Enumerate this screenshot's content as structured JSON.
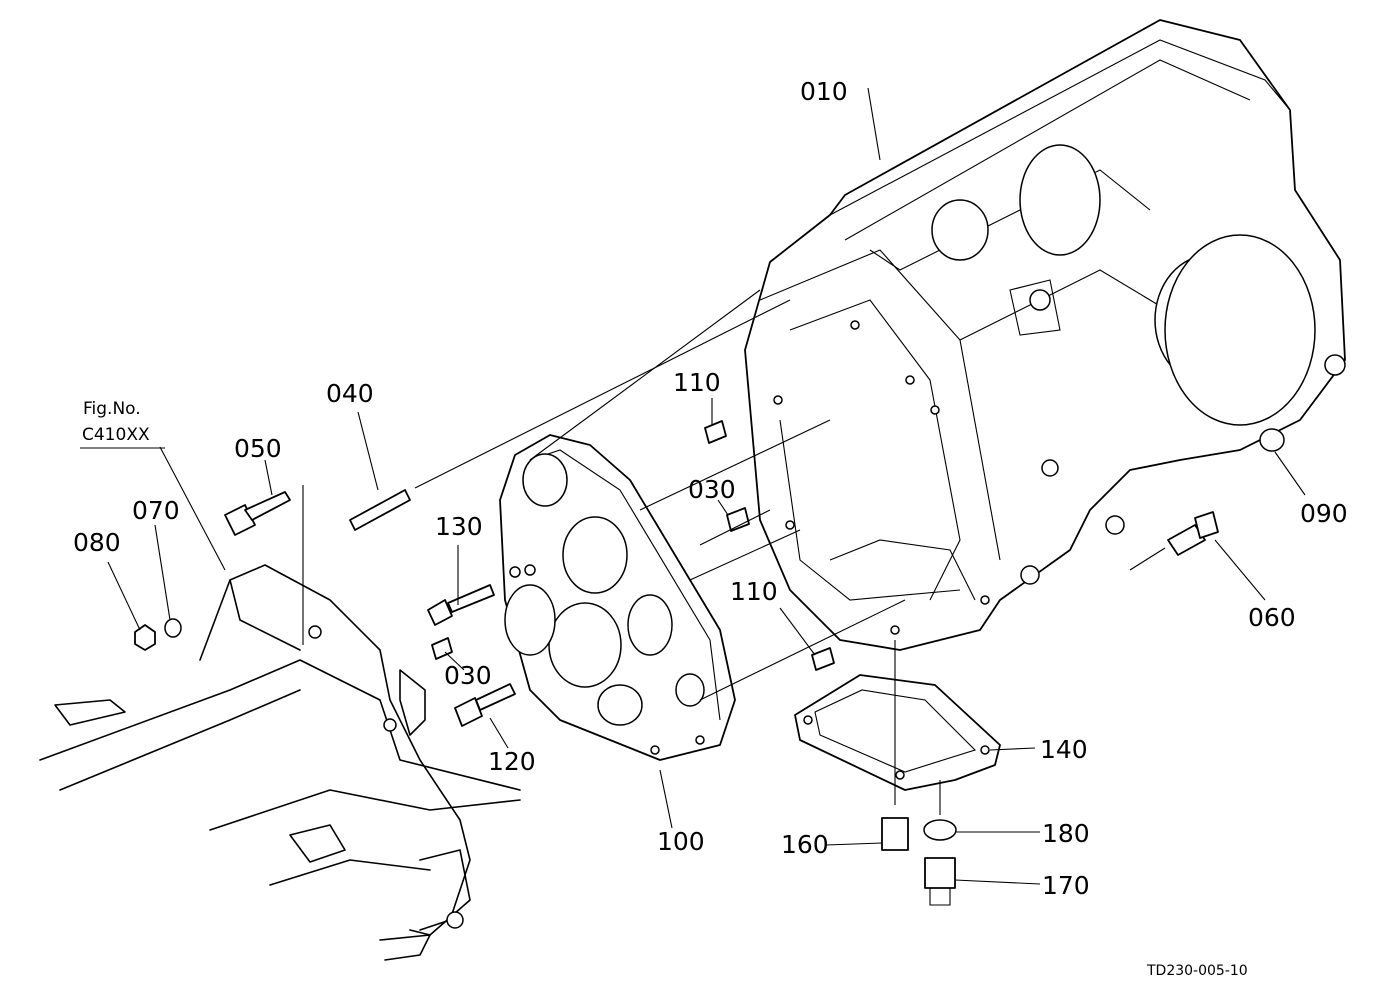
{
  "figure_reference": {
    "line1": "Fig.No.",
    "line2": "C410XX"
  },
  "drawing_code": "TD230-005-10",
  "callouts": [
    {
      "id": "c010",
      "label": "010"
    },
    {
      "id": "c040",
      "label": "040"
    },
    {
      "id": "c050",
      "label": "050"
    },
    {
      "id": "c070",
      "label": "070"
    },
    {
      "id": "c080",
      "label": "080"
    },
    {
      "id": "c110a",
      "label": "110"
    },
    {
      "id": "c030a",
      "label": "030"
    },
    {
      "id": "c130",
      "label": "130"
    },
    {
      "id": "c030b",
      "label": "030"
    },
    {
      "id": "c120",
      "label": "120"
    },
    {
      "id": "c100",
      "label": "100"
    },
    {
      "id": "c110b",
      "label": "110"
    },
    {
      "id": "c090",
      "label": "090"
    },
    {
      "id": "c060",
      "label": "060"
    },
    {
      "id": "c140",
      "label": "140"
    },
    {
      "id": "c160",
      "label": "160"
    },
    {
      "id": "c180",
      "label": "180"
    },
    {
      "id": "c170",
      "label": "170"
    }
  ]
}
